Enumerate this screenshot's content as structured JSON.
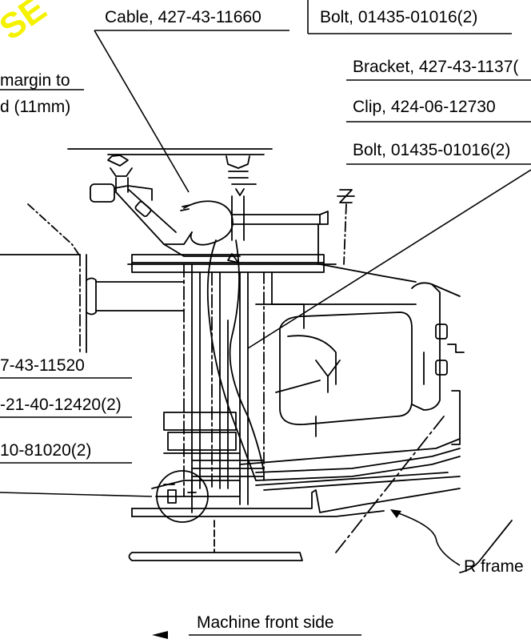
{
  "watermark_text": "SE",
  "colors": {
    "ink": "#000000",
    "paper": "#ffffff",
    "watermark": "#f4f200"
  },
  "labels": {
    "cable": "Cable, 427-43-11660",
    "bolt_top": "Bolt, 01435-01016(2)",
    "bracket": "Bracket, 427-43-1137(",
    "clip": "Clip, 424-06-12730",
    "bolt_mid": "Bolt, 01435-01016(2)",
    "margin_line1": "margin to",
    "margin_line2": "d (11mm)",
    "left1": "7-43-11520",
    "left2": "-21-40-12420(2)",
    "left3": "10-81020(2)",
    "r_frame": "R frame",
    "machine_front": "Machine front side"
  }
}
